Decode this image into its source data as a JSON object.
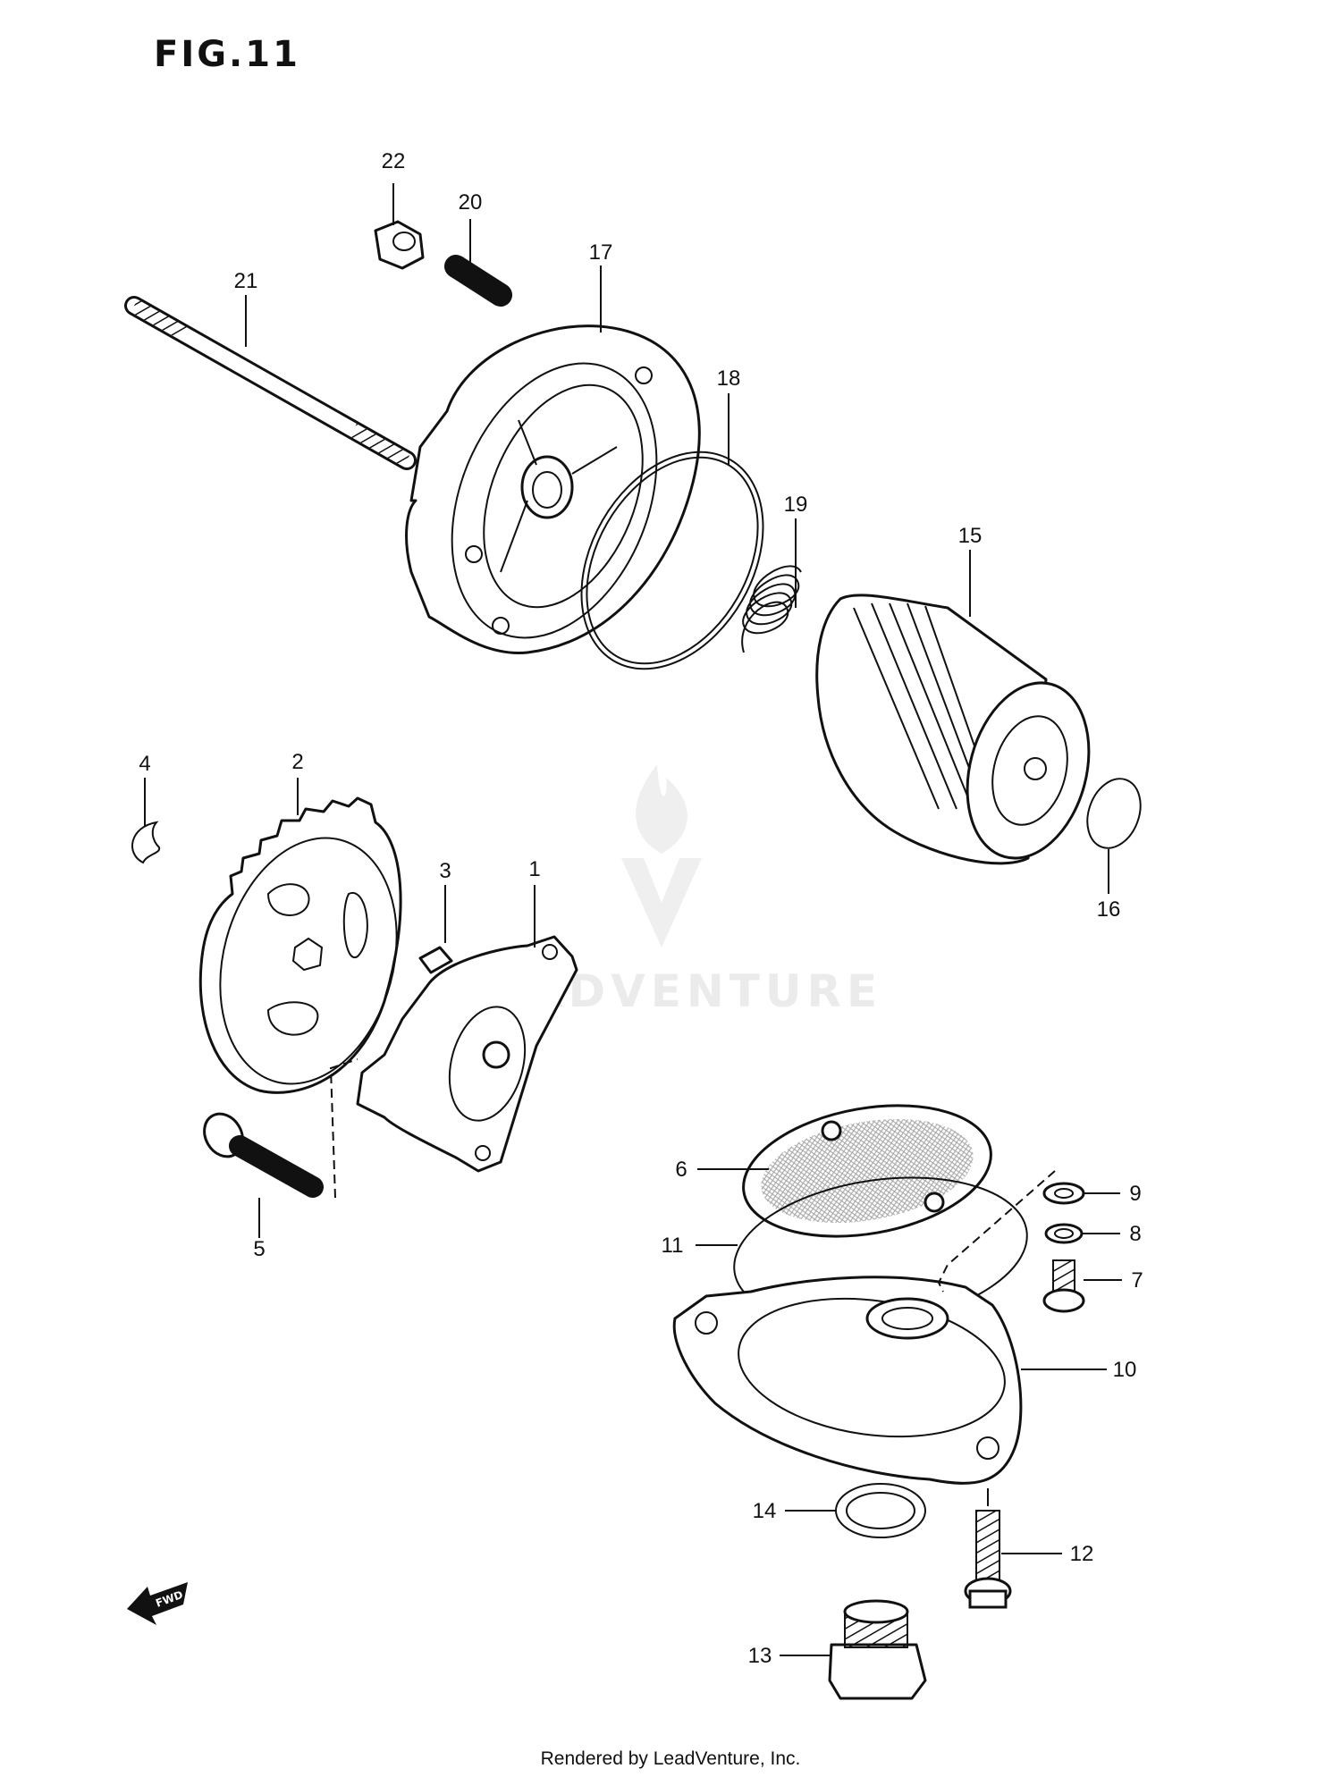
{
  "figure": {
    "title": "FIG.11",
    "footer": "Rendered by LeadVenture, Inc.",
    "watermark": "LEADVENTURE"
  },
  "callouts": [
    {
      "id": "22",
      "label": "22"
    },
    {
      "id": "20",
      "label": "20"
    },
    {
      "id": "17",
      "label": "17"
    },
    {
      "id": "21",
      "label": "21"
    },
    {
      "id": "18",
      "label": "18"
    },
    {
      "id": "19",
      "label": "19"
    },
    {
      "id": "15",
      "label": "15"
    },
    {
      "id": "4",
      "label": "4"
    },
    {
      "id": "2",
      "label": "2"
    },
    {
      "id": "3",
      "label": "3"
    },
    {
      "id": "1",
      "label": "1"
    },
    {
      "id": "16",
      "label": "16"
    },
    {
      "id": "6",
      "label": "6"
    },
    {
      "id": "9",
      "label": "9"
    },
    {
      "id": "8",
      "label": "8"
    },
    {
      "id": "11",
      "label": "11"
    },
    {
      "id": "7",
      "label": "7"
    },
    {
      "id": "5",
      "label": "5"
    },
    {
      "id": "10",
      "label": "10"
    },
    {
      "id": "14",
      "label": "14"
    },
    {
      "id": "12",
      "label": "12"
    },
    {
      "id": "13",
      "label": "13"
    }
  ],
  "direction_badge": "FWD"
}
